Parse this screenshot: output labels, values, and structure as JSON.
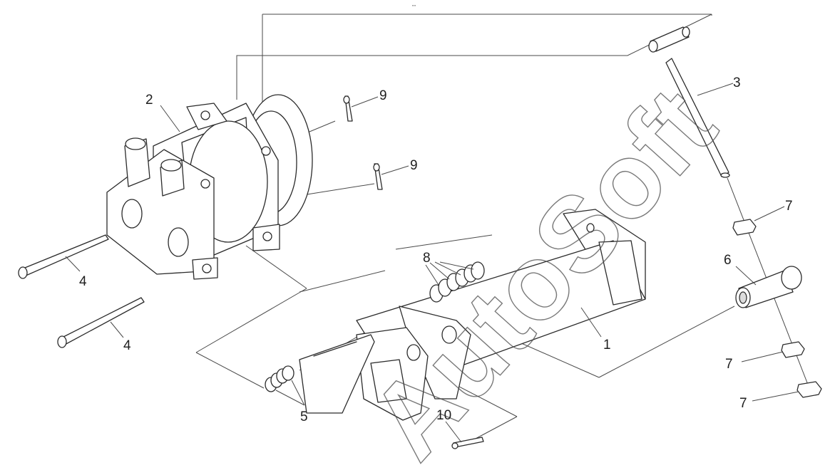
{
  "header_mark": "\"\" ",
  "watermark": "AutoSoft",
  "callouts": {
    "c1": "1",
    "c2": "2",
    "c3": "3",
    "c4a": "4",
    "c4b": "4",
    "c5": "5",
    "c6": "6",
    "c7a": "7",
    "c7b": "7",
    "c7c": "7",
    "c8": "8",
    "c9a": "9",
    "c9b": "9",
    "c10": "10"
  }
}
